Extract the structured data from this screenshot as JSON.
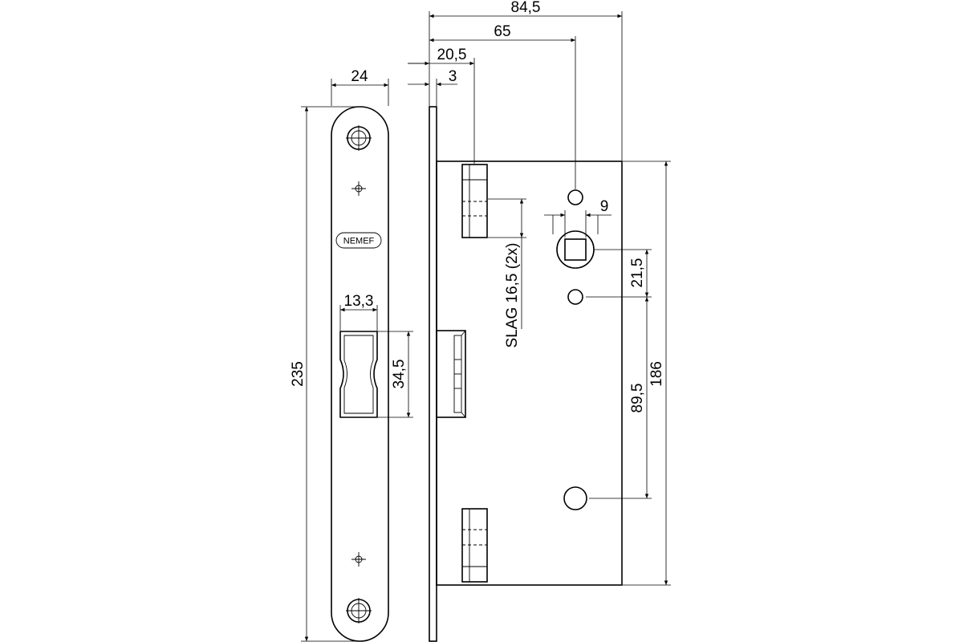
{
  "dimensions": {
    "total_depth": "84,5",
    "backset": "65",
    "bolt_offset": "20,5",
    "plate_thickness": "3",
    "faceplate_width": "24",
    "faceplate_height": "235",
    "strike_width": "13,3",
    "strike_height": "34,5",
    "spindle_square": "9",
    "spindle_to_hole": "21,5",
    "hole_to_hole": "89,5",
    "case_height": "186",
    "bolt_throw": "SLAG 16,5 (2x)"
  },
  "faceplate": {
    "brand": "NEMEF"
  }
}
